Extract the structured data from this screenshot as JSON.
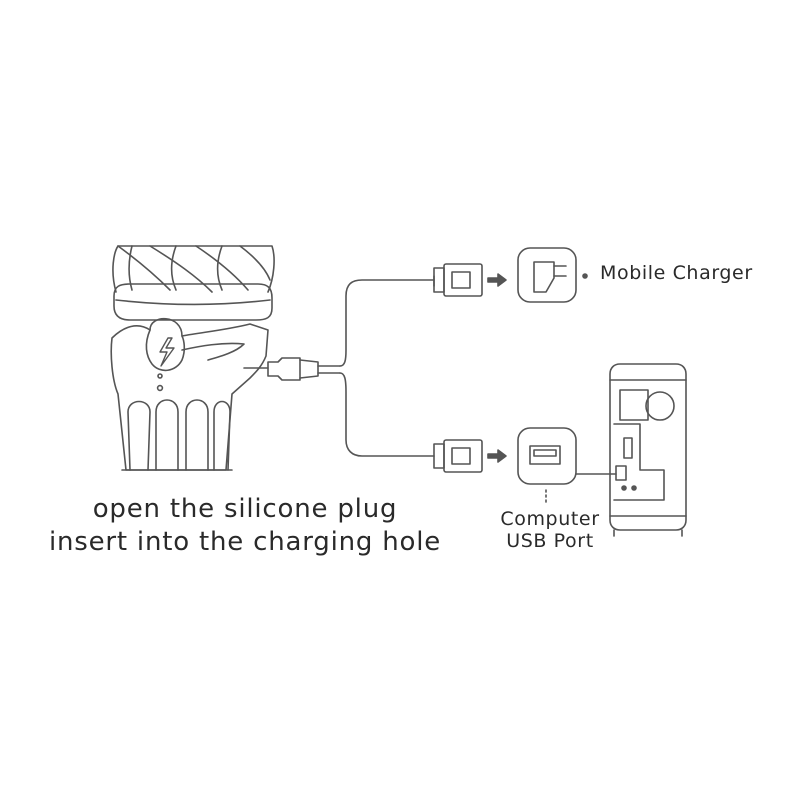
{
  "labels": {
    "mobile_charger": "Mobile Charger",
    "computer": "Computer",
    "usb_port": "USB Port",
    "caption_line1": "open the silicone plug",
    "caption_line2": "insert into the charging hole"
  },
  "icons": {
    "device": "lightning-bolt-icon",
    "wall_charger": "wall-plug-icon",
    "computer": "desktop-tower-icon"
  },
  "colors": {
    "line": "#555555",
    "text": "#2a2a2a",
    "background": "#ffffff"
  }
}
